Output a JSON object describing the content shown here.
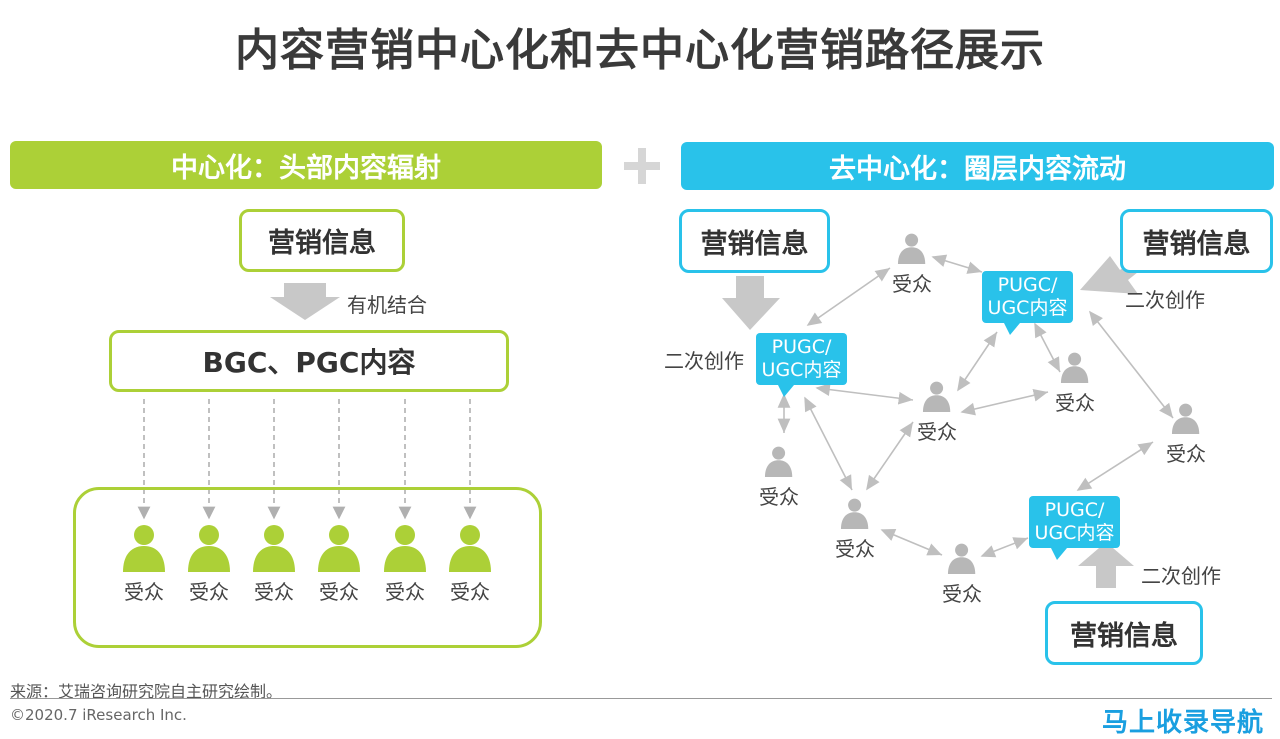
{
  "title": "内容营销中心化和去中心化营销路径展示",
  "left": {
    "banner": "中心化：头部内容辐射",
    "info_box": "营销信息",
    "arrow_label": "有机结合",
    "content_box": "BGC、PGC内容",
    "audience_label": "受众",
    "audience_count": 6
  },
  "right": {
    "banner": "去中心化：圈层内容流动",
    "info_box_1": "营销信息",
    "info_box_2": "营销信息",
    "info_box_3": "营销信息",
    "tag_1": "PUGC/\nUGC内容",
    "tag_2": "PUGC/\nUGC内容",
    "tag_3": "PUGC/\nUGC内容",
    "secondary_1": "二次创作",
    "secondary_2": "二次创作",
    "secondary_3": "二次创作",
    "audience_label": "受众"
  },
  "colors": {
    "green": "#acd037",
    "blue": "#29c2ea",
    "person_gray": "#b7b7b7",
    "arrow_gray": "#c8c8c8"
  },
  "footer": {
    "source": "来源：艾瑞咨询研究院自主研究绘制。",
    "copyright": "©2020.7 iResearch Inc.",
    "watermark": "马上收录导航"
  }
}
